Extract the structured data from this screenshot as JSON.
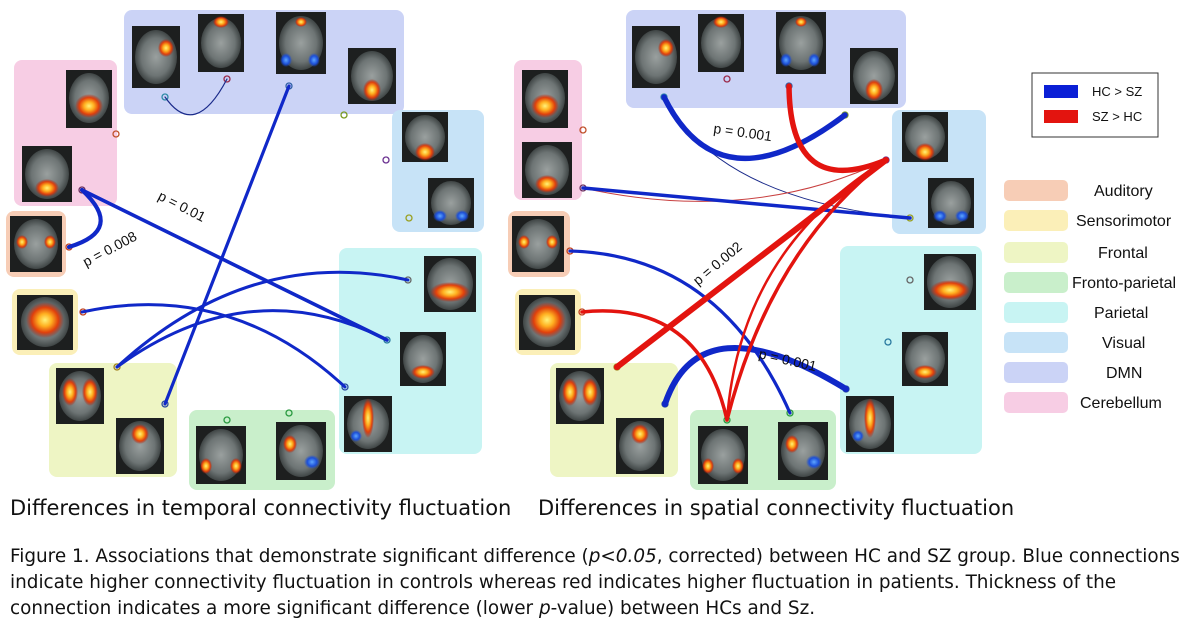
{
  "legend_colors": [
    {
      "label": "HC > SZ",
      "color": "#0a1fd6"
    },
    {
      "label": "SZ > HC",
      "color": "#e3140f"
    }
  ],
  "networks": [
    {
      "label": "Auditory",
      "color": "#f7cdb6"
    },
    {
      "label": "Sensorimotor",
      "color": "#fbefb8"
    },
    {
      "label": "Frontal",
      "color": "#eef5c4"
    },
    {
      "label": "Fronto-parietal",
      "color": "#c9efcb"
    },
    {
      "label": "Parietal",
      "color": "#c8f4f3"
    },
    {
      "label": "Visual",
      "color": "#c7e3f7"
    },
    {
      "label": "DMN",
      "color": "#cbd3f6"
    },
    {
      "label": "Cerebellum",
      "color": "#f7cde4"
    }
  ],
  "p_labels": {
    "left": [
      "p = 0.01",
      "p = 0.008"
    ],
    "right": [
      "p = 0.001",
      "p = 0.002",
      "p = 0.001"
    ]
  },
  "panel_titles": {
    "left": "Differences in temporal connectivity fluctuation",
    "right": "Differences in spatial connectivity fluctuation"
  },
  "caption": {
    "prefix": "Figure 1. Associations that demonstrate significant difference (",
    "p_italic": "p<0.05",
    "mid": ", corrected) between HC and SZ group. Blue connections indicate higher connectivity fluctuation in controls whereas red indicates higher fluctuation in patients. Thickness of the connection indicates a more significant difference (lower ",
    "p2_italic": "p",
    "suffix": "-value) between HCs and Sz."
  }
}
